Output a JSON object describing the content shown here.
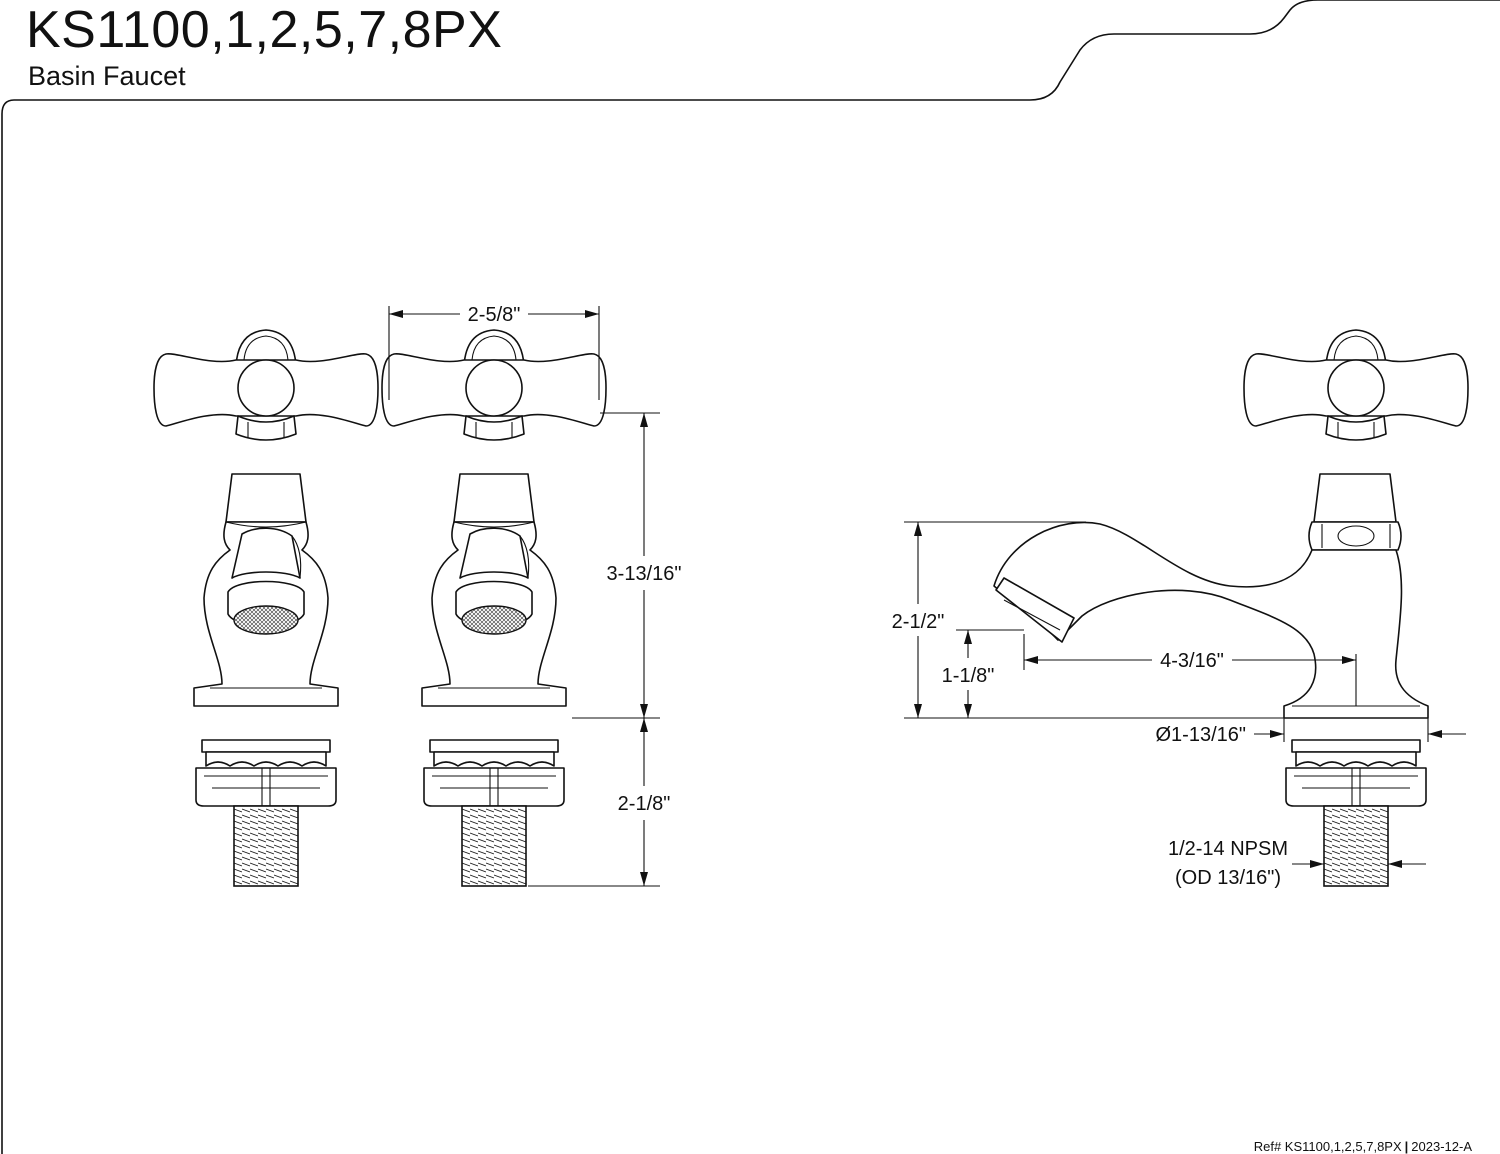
{
  "header": {
    "title": "KS1100,1,2,5,7,8PX",
    "subtitle": "Basin Faucet"
  },
  "dimensions": {
    "handle_width": "2-5/8\"",
    "handle_height": "3-13/16\"",
    "shank_length": "2-1/8\"",
    "spout_height": "2-1/2\"",
    "spout_outlet_height": "1-1/8\"",
    "spout_reach": "4-3/16\"",
    "base_diameter": "Ø1-13/16\"",
    "thread_spec": "1/2-14 NPSM",
    "thread_od": "(OD 13/16\")"
  },
  "footer": {
    "ref": "Ref# KS1100,1,2,5,7,8PX",
    "revision": "2023-12-A"
  }
}
